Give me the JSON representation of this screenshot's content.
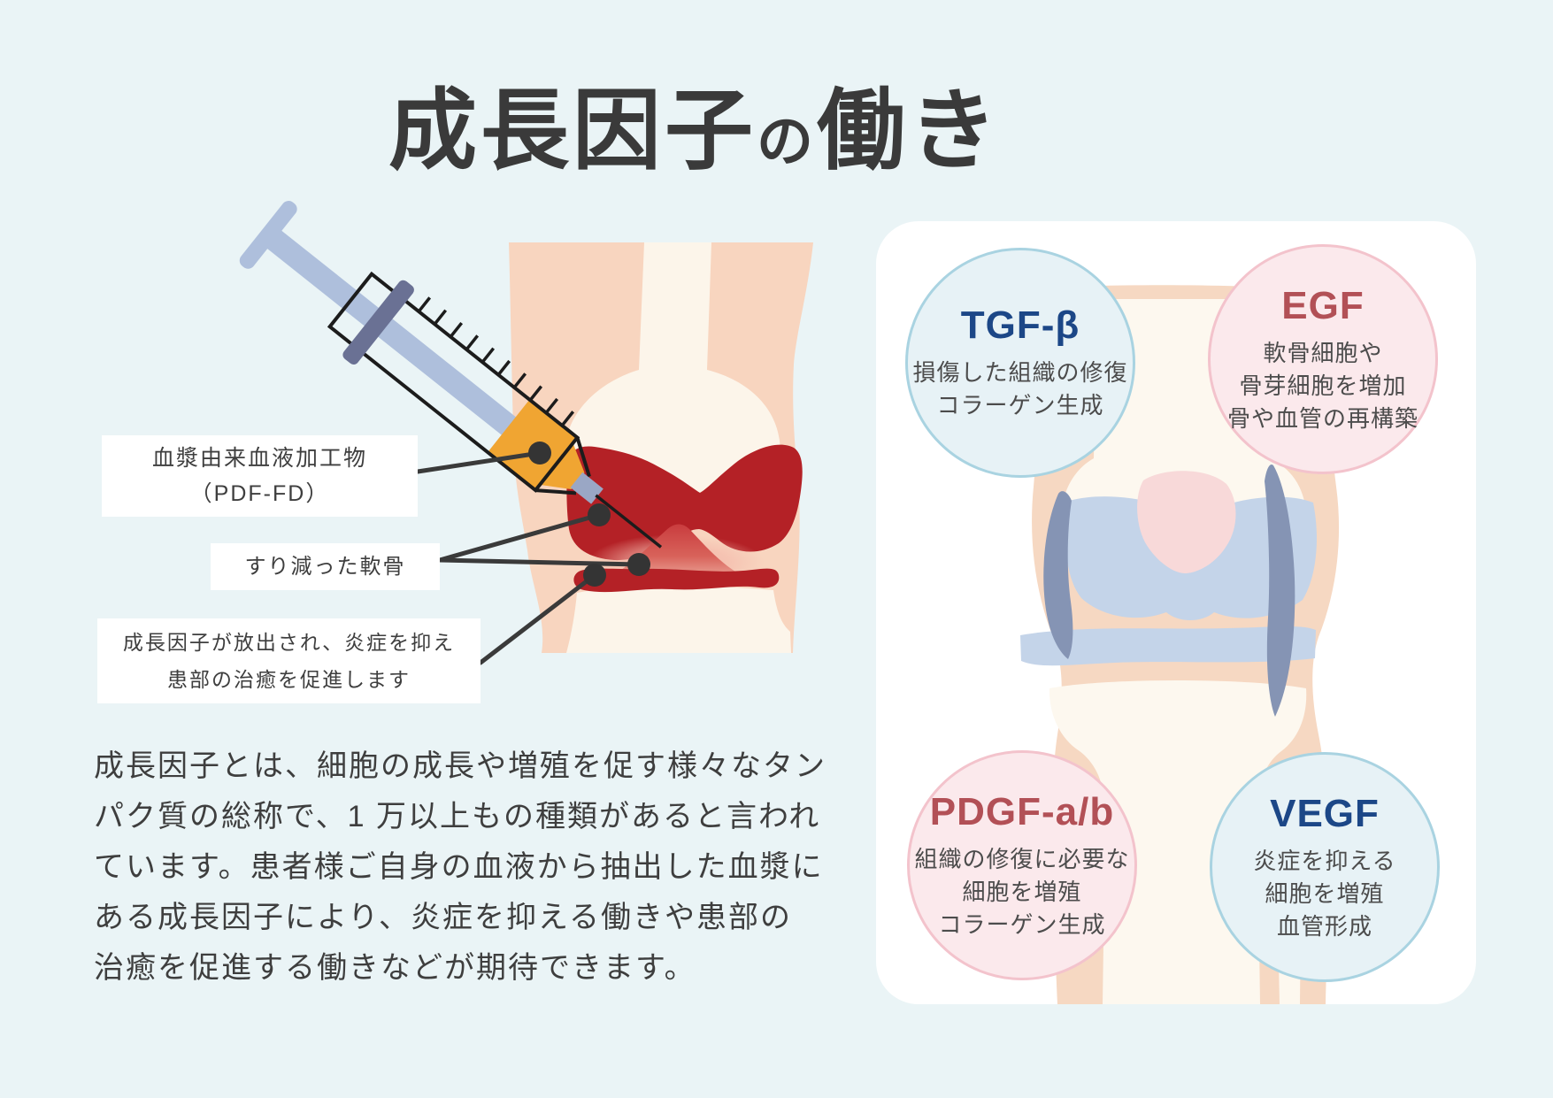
{
  "title": {
    "part1": "成長因子",
    "particle": "の",
    "part2": "働き"
  },
  "left_illustration": {
    "labels": [
      {
        "line1": "血漿由来血液加工物",
        "line2": "（PDF-FD）"
      },
      {
        "line1": "すり減った軟骨"
      },
      {
        "line1": "成長因子が放出され、炎症を抑え",
        "line2": "患部の治癒を促進します"
      }
    ]
  },
  "paragraph": {
    "text": "成長因子とは、細胞の成長や増殖を促す様々なタン\nパク質の総称で、1 万以上もの種類があると言われ\nています。患者様ご自身の血液から抽出した血漿に\nある成長因子により、炎症を抑える働きや患部の\n治癒を促進する働きなどが期待できます。"
  },
  "panel": {
    "factors": [
      {
        "name": "TGF-β",
        "desc": "損傷した組織の修復\nコラーゲン生成",
        "theme": "blue"
      },
      {
        "name": "EGF",
        "desc": "軟骨細胞や\n骨芽細胞を増加\n骨や血管の再構築",
        "theme": "pink"
      },
      {
        "name": "PDGF-a/b",
        "desc": "組織の修復に必要な\n細胞を増殖\nコラーゲン生成",
        "theme": "pink"
      },
      {
        "name": "VEGF",
        "desc": "炎症を抑える\n細胞を増殖\n血管形成",
        "theme": "blue"
      }
    ]
  },
  "colors": {
    "page_background": "#eaf4f6",
    "panel_background": "#ffffff",
    "title_text": "#3a3a3a",
    "body_text": "#3e3e3e",
    "skin": "#f8d5bf",
    "bone": "#fcf5ea",
    "inflamed_red": "#b42126",
    "injection_orange": "#f0a532",
    "syringe_blue": "#aebfdc",
    "cartilage_blue": "#c4d4e9",
    "ligament_slate": "#8594b4",
    "patella_pink": "#f8d9d9",
    "circle_blue_fill": "#e7f2f6",
    "circle_blue_border": "#a9d3e1",
    "circle_pink_fill": "#fbe9ec",
    "circle_pink_border": "#f3c3cc",
    "factor_navy": "#1c4787",
    "factor_red": "#b25056"
  }
}
